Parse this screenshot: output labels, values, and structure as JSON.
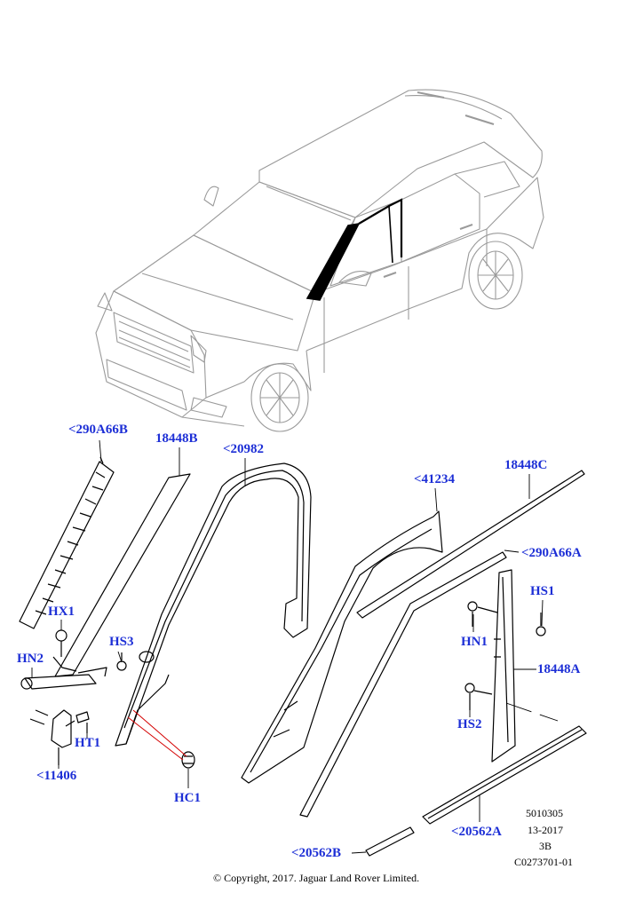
{
  "diagram": {
    "labels": {
      "l290A66B": "<290A66B",
      "l18448B": "18448B",
      "l20982": "<20982",
      "l41234": "<41234",
      "l18448C": "18448C",
      "l290A66A": "<290A66A",
      "HS1": "HS1",
      "HN1": "HN1",
      "l18448A": "18448A",
      "HS2": "HS2",
      "HX1": "HX1",
      "HN2": "HN2",
      "HS3": "HS3",
      "HT1": "HT1",
      "l11406": "<11406",
      "HC1": "HC1",
      "l20562B": "<20562B",
      "l20562A": "<20562A"
    },
    "reference": {
      "line1": "5010305",
      "line2": "13-2017",
      "line3": "3B",
      "line4": "C0273701-01"
    },
    "copyright": "© Copyright, 2017. Jaguar Land Rover Limited.",
    "colors": {
      "label": "#1d2fd6",
      "vehicle_line": "#9a9a9a",
      "part_line": "#000000",
      "highlight_line": "#d40000"
    }
  }
}
